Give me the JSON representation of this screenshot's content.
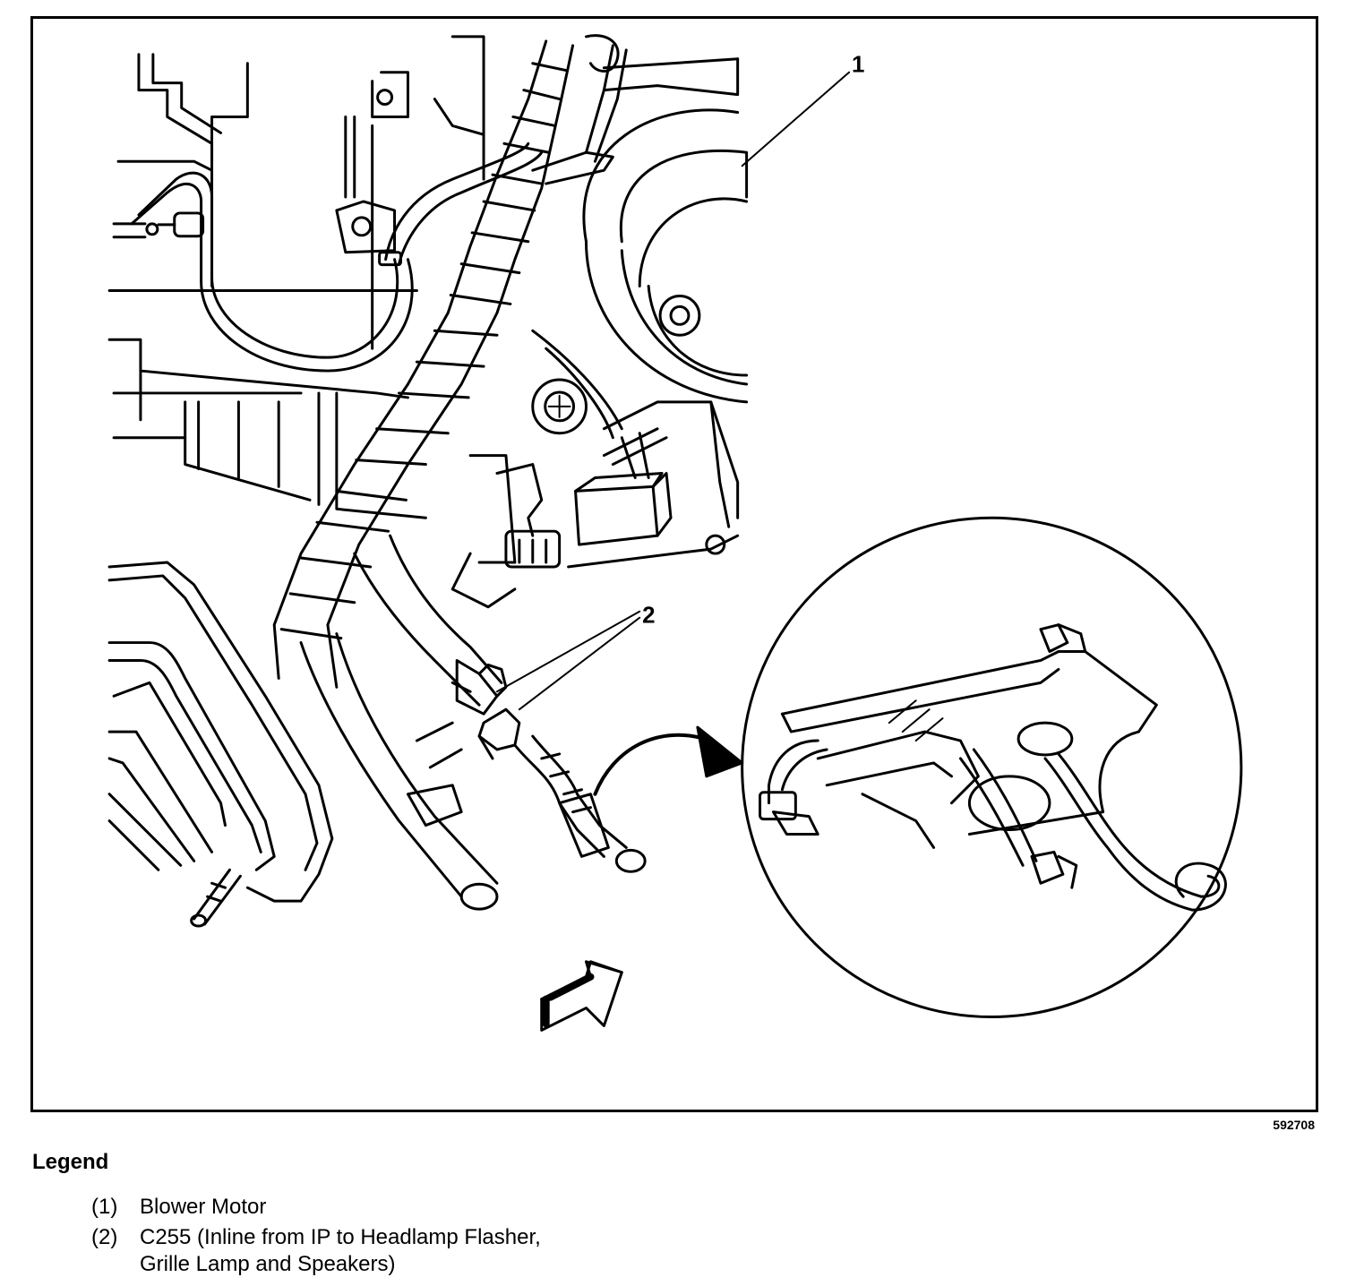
{
  "figure": {
    "id": "592708",
    "callouts": [
      "1",
      "2"
    ]
  },
  "legend": {
    "title": "Legend",
    "items": [
      {
        "number": "(1)",
        "text": "Blower Motor"
      },
      {
        "number": "(2)",
        "text": "C255 (Inline from IP to Headlamp Flasher,\nGrille Lamp and Speakers)"
      }
    ]
  }
}
